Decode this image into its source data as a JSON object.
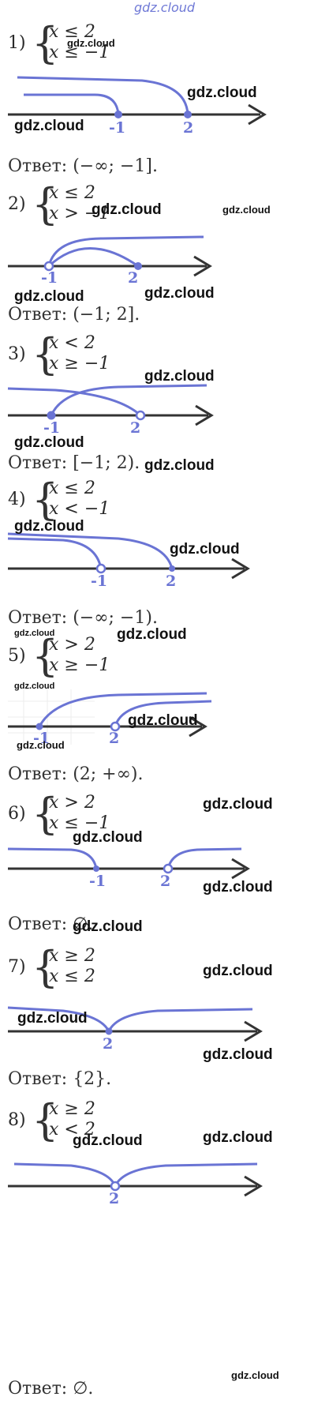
{
  "site_title": "gdz.cloud",
  "watermark": "gdz.cloud",
  "problems": [
    {
      "number": "1)",
      "line1": "x ≤ 2",
      "line2": "x ≤ −1",
      "point_a": "-1",
      "point_b": "2",
      "answer": "Ответ: (−∞; −1]."
    },
    {
      "number": "2)",
      "line1": "x ≤ 2",
      "line2": "x > −1",
      "point_a": "-1",
      "point_b": "2",
      "answer": "Ответ: (−1; 2]."
    },
    {
      "number": "3)",
      "line1": "x < 2",
      "line2": "x ≥ −1",
      "point_a": "-1",
      "point_b": "2",
      "answer": "Ответ: [−1; 2)."
    },
    {
      "number": "4)",
      "line1": "x ≤ 2",
      "line2": "x < −1",
      "point_a": "-1",
      "point_b": "2",
      "answer": "Ответ: (−∞; −1)."
    },
    {
      "number": "5)",
      "line1": "x > 2",
      "line2": "x ≥ −1",
      "point_a": "-1",
      "point_b": "2",
      "answer": "Ответ: (2; +∞)."
    },
    {
      "number": "6)",
      "line1": "x > 2",
      "line2": "x ≤ −1",
      "point_a": "-1",
      "point_b": "2",
      "answer": "Ответ: ∅."
    },
    {
      "number": "7)",
      "line1": "x ≥ 2",
      "line2": "x ≤ 2",
      "point_a": "2",
      "answer": "Ответ: {2}."
    },
    {
      "number": "8)",
      "line1": "x ≥ 2",
      "line2": "x < 2",
      "point_a": "2",
      "answer": "Ответ: ∅."
    }
  ],
  "colors": {
    "accent": "#6a74d4",
    "axis": "#333333"
  }
}
